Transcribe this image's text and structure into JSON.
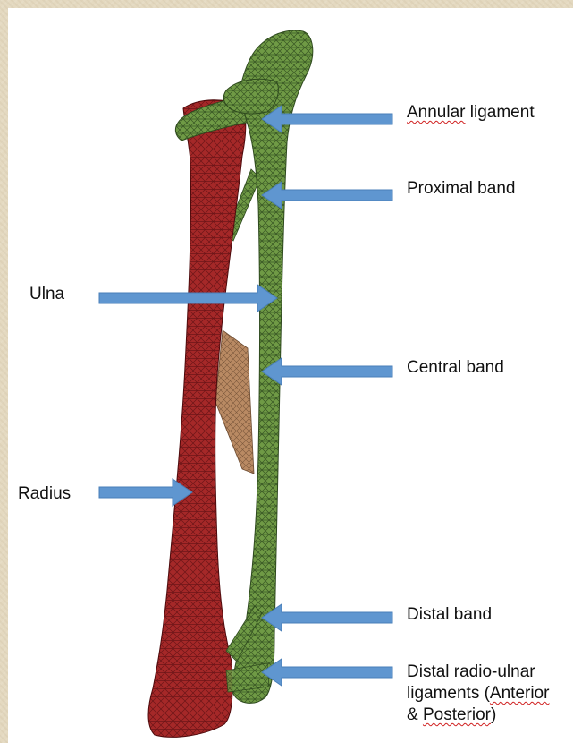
{
  "labels": {
    "annular": {
      "word": "Annular",
      "rest": " ligament"
    },
    "proximal": "Proximal band",
    "ulna": "Ulna",
    "central": "Central band",
    "radius": "Radius",
    "distal": "Distal band",
    "drul_line1": "Distal radio-ulnar",
    "drul_line2": {
      "pre": "ligaments (",
      "word": "Anterior"
    },
    "drul_line3": {
      "pre": "& ",
      "word": "Posterior",
      "post": ")"
    }
  },
  "colors": {
    "radius": "#a52828",
    "ulna": "#6f9a45",
    "membrane": "#b98a63",
    "arrow": "#5f96d0",
    "arrow_stroke": "#4a7fb8"
  }
}
